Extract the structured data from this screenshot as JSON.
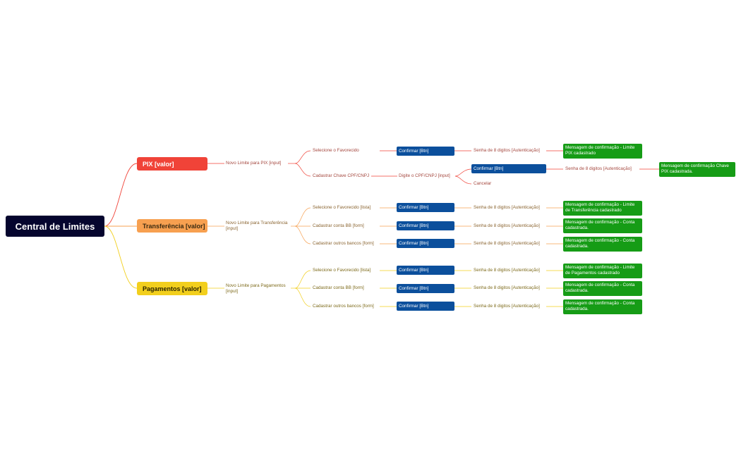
{
  "root": {
    "label": "Central de Limites"
  },
  "branches": {
    "pix": {
      "label": "PIX [valor]",
      "sub": "Novo Limite para PIX [input]",
      "opt1": {
        "label": "Selecione o Favorecido",
        "btn": "Confirmar [Btn]",
        "auth": "Senha de 8 digitos [Autenticação]",
        "msg": "Mensagem de confirmação - Limite PIX cadastrado"
      },
      "opt2": {
        "label": "Cadastrar Chave CPF/CNPJ",
        "input": "Digite o CPF/CNPJ [input]",
        "btn": "Confirmar [Btn]",
        "auth": "Senha de 8 digitos [Autenticação]",
        "msg": "Mensagem de confirmação Chave PIX cadastrada.",
        "cancel": "Cancelar"
      }
    },
    "transferencia": {
      "label": "Transferência [valor]",
      "sub": "Novo Limite para Transferência [input]",
      "opt1": {
        "label": "Selecione o Favorecido [lista]",
        "btn": "Confirmar [Btn]",
        "auth": "Senha de 8 digitos [Autenticação]",
        "msg": "Mensagem de confirmação - Limite de Transferência cadastrado"
      },
      "opt2": {
        "label": "Cadastrar conta BB [form]",
        "btn": "Confirmar [Btn]",
        "auth": "Senha de 8 digitos [Autenticação]",
        "msg": "Mensagem de confirmação - Conta cadastrada."
      },
      "opt3": {
        "label": "Cadastrar outros bancos [form]",
        "btn": "Confirmar [Btn]",
        "auth": "Senha de 8 digitos [Autenticação]",
        "msg": "Mensagem de confirmação - Conta cadastrada."
      }
    },
    "pagamentos": {
      "label": "Pagamentos [valor]",
      "sub": "Novo Limite para Pagamentos [input]",
      "opt1": {
        "label": "Selecione o Favorecido [lista]",
        "btn": "Confirmar [Btn]",
        "auth": "Senha de 8 digitos [Autenticação]",
        "msg": "Mensagem de confirmação - Limite de Pagamentos cadastrado"
      },
      "opt2": {
        "label": "Cadastrar conta BB [form]",
        "btn": "Confirmar [Btn]",
        "auth": "Senha de 8 digitos [Autenticação]",
        "msg": "Mensagem de confirmação - Conta cadastrada."
      },
      "opt3": {
        "label": "Cadastrar outros bancos [form]",
        "btn": "Confirmar [Btn]",
        "auth": "Senha de 8 digitos [Autenticação]",
        "msg": "Mensagem de confirmação - Conta cadastrada."
      }
    }
  },
  "colors": {
    "pix": "#f04338",
    "transferencia": "#f7a050",
    "pagamentos": "#f2cf1d",
    "button": "#0b4f9c",
    "message": "#169c16",
    "root": "#05052e"
  }
}
